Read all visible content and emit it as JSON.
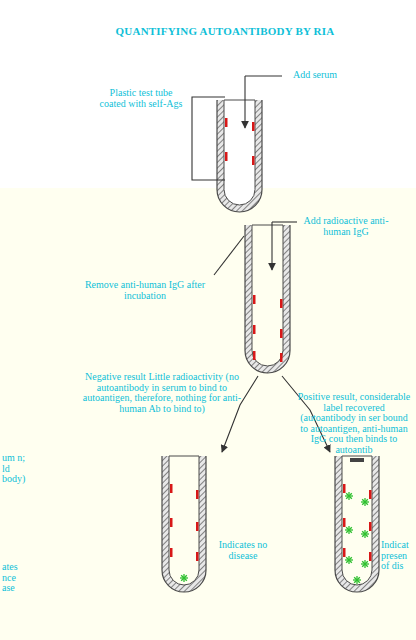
{
  "diagram": {
    "title": "QUANTIFYING AUTOANTIBODY BY RIA",
    "labels": [
      "Plastic test tube coated with self-Ags",
      "Add serum",
      "Add radioactive anti-human IgG",
      "Remove anti-human IgG after incubation",
      "Negative result Little radioactivity (no autoantibody in serum to bind to autoantigen, therefore, nothing for anti-human Ab to bind to)",
      "Positive result, considerable label recovered (autoantibody in ser bound to autoantigen, anti-human IgG cou then binds to autoantib",
      "Indicates no disease",
      "Indicat presen of dis",
      "um n; ld body)",
      "ates nce ase"
    ]
  }
}
